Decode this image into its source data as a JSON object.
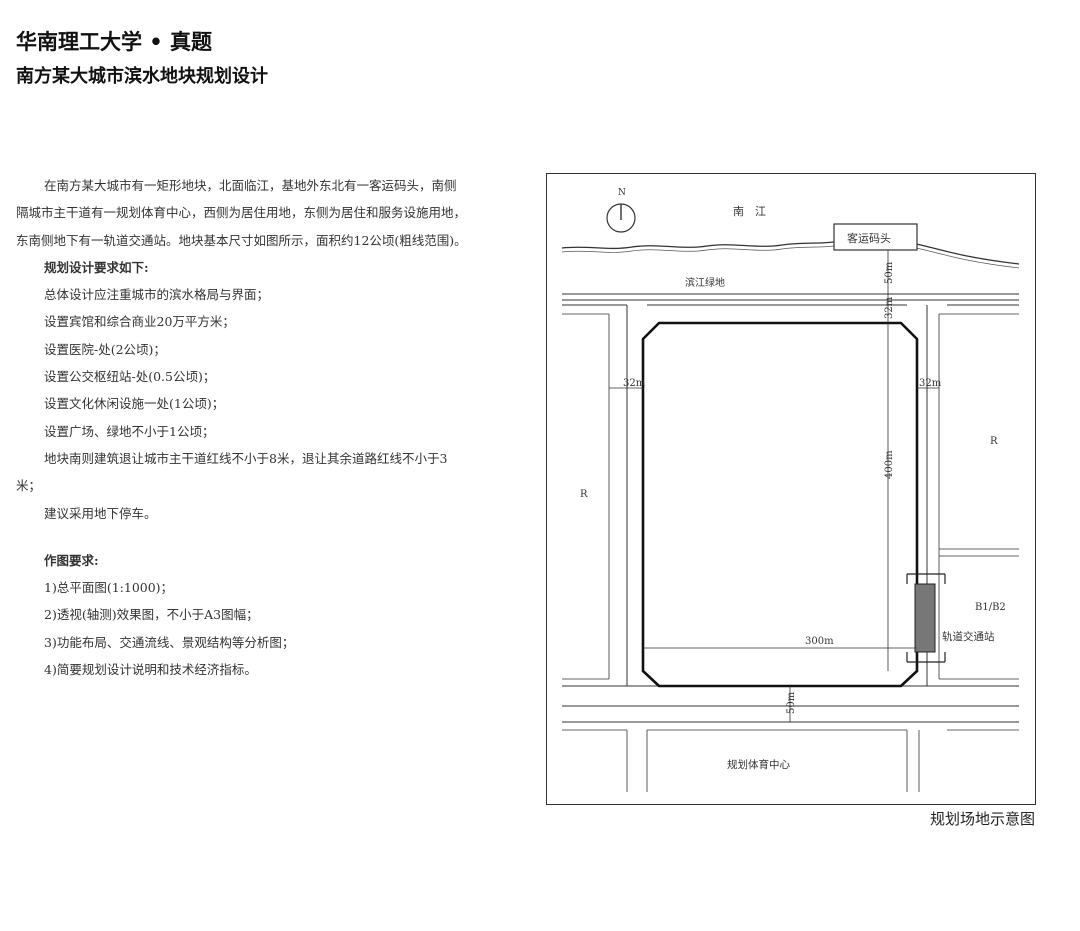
{
  "header": {
    "title": "华南理工大学 • 真题",
    "subtitle": "南方某大城市滨水地块规划设计"
  },
  "brief": {
    "intro": "在南方某大城市有一矩形地块，北面临江，基地外东北有一客运码头，南侧隔城市主干道有一规划体育中心，西侧为居住用地，东侧为居住和服务设施用地，东南侧地下有一轨道交通站。地块基本尺寸如图所示，面积约12公顷(粗线范围)。",
    "req_heading": "规划设计要求如下:",
    "requirements": [
      "总体设计应注重城市的滨水格局与界面；",
      "设置宾馆和综合商业20万平方米；",
      "设置医院-处(2公顷)；",
      "设置公交枢纽站-处(0.5公顷)；",
      "设置文化休闲设施一处(1公顷)；",
      "设置广场、绿地不小于1公顷；"
    ],
    "setback": "地块南则建筑退让城市主干道红线不小于8米，退让其余道路红线不小于3米；",
    "parking": "建议采用地下停车。",
    "draw_heading": "作图要求:",
    "drawings": [
      "1)总平面图(1:1000)；",
      "2)透视(轴测)效果图，不小于A3图幅；",
      "3)功能布局、交通流线、景观结构等分析图；",
      "4)简要规划设计说明和技术经济指标。"
    ]
  },
  "map": {
    "north": "N",
    "river": "南　江",
    "pier": "客运码头",
    "green": "滨江绿地",
    "dim_50_top": "50m",
    "dim_32_top": "32m",
    "dim_32_left": "32m",
    "dim_32_right": "32m",
    "dim_400": "400m",
    "dim_300": "300m",
    "dim_50_bottom": "50m",
    "zone_left": "R",
    "zone_right": "R",
    "zone_b": "B1/B2",
    "metro": "轨道交通站",
    "stadium": "规划体育中心"
  },
  "caption": "规划场地示意图"
}
